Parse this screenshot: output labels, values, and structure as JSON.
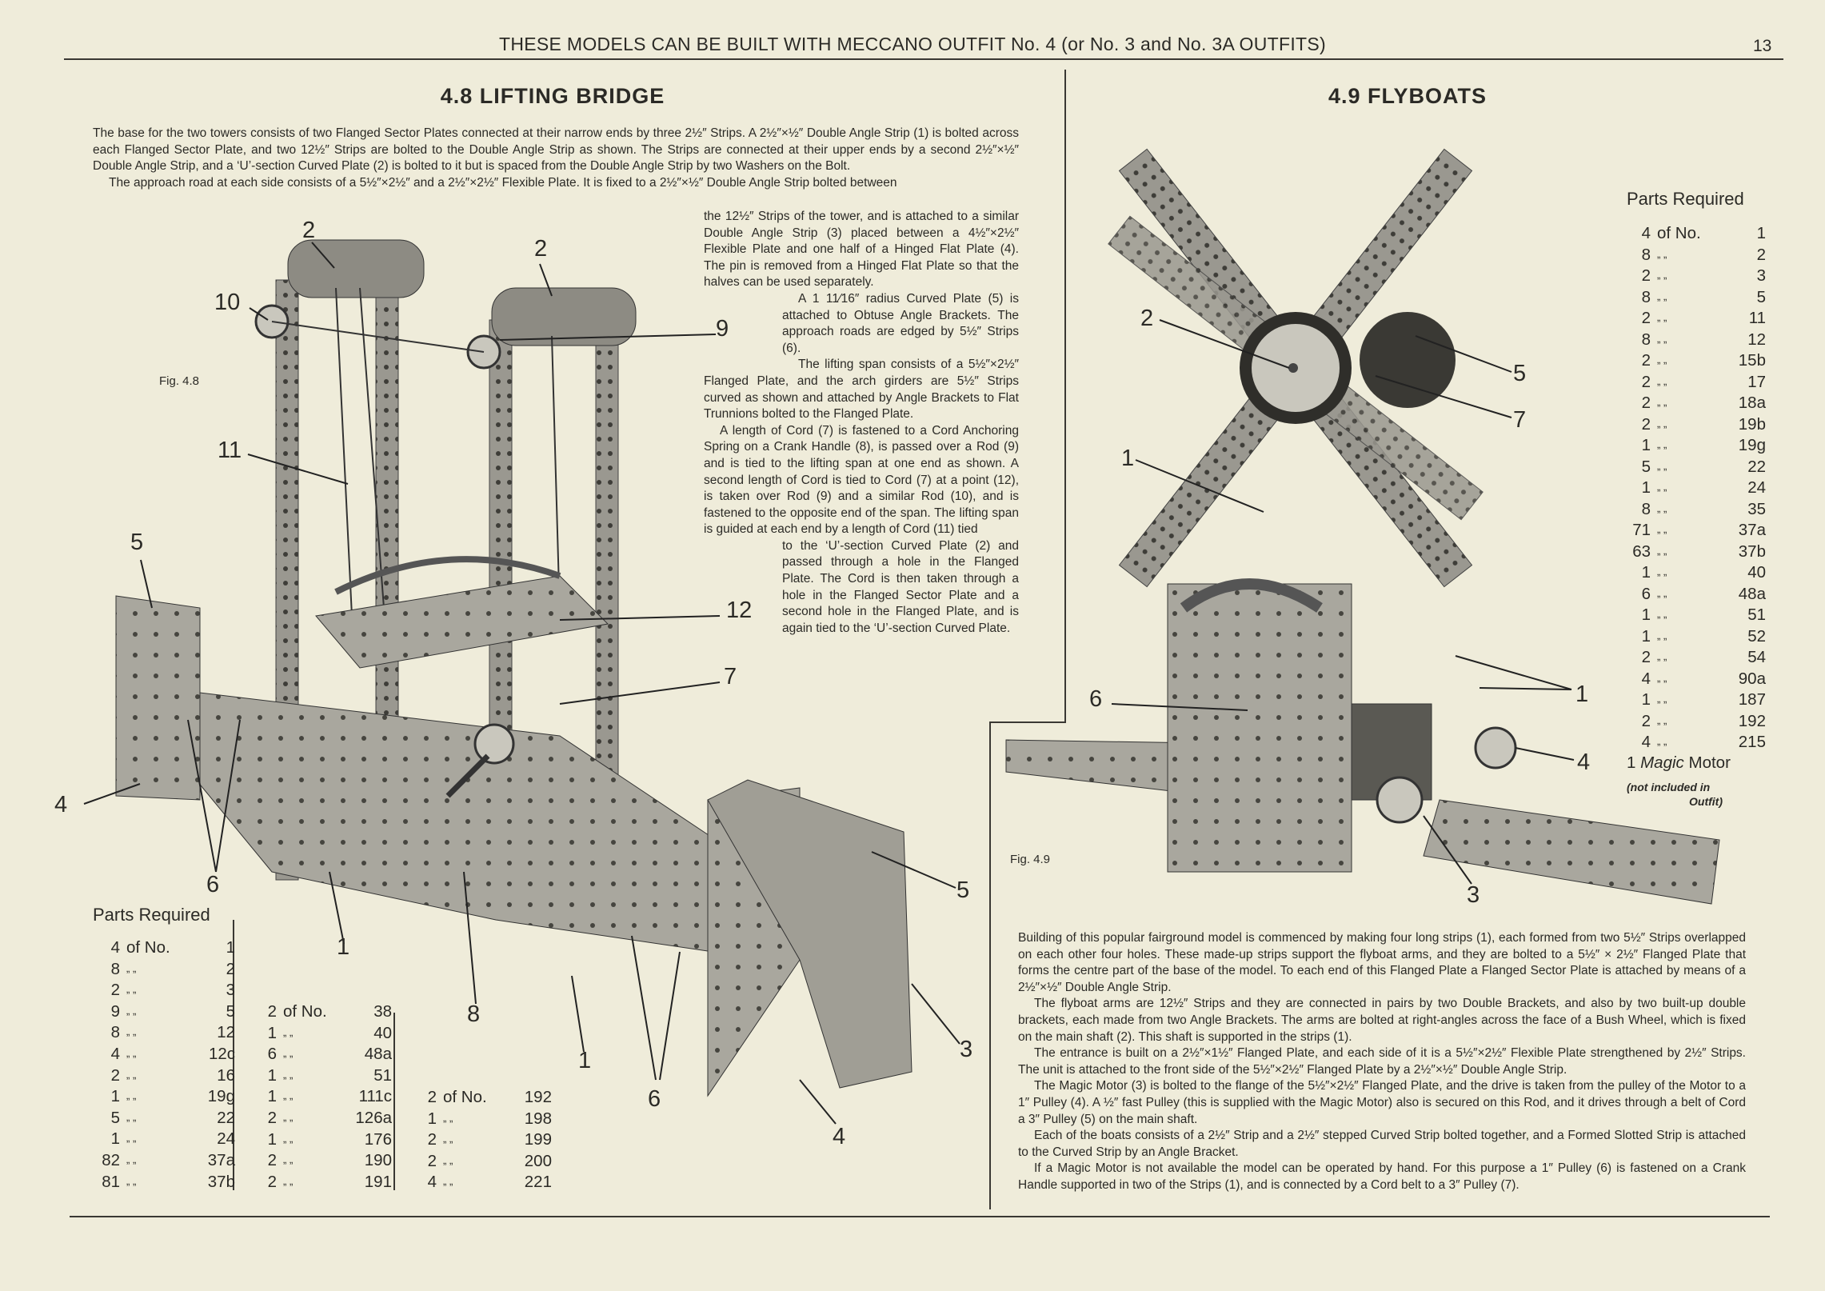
{
  "header": {
    "text": "THESE MODELS CAN BE BUILT WITH MECCANO OUTFIT No. 4 (or No. 3 and No. 3A OUTFITS)",
    "page_number": "13"
  },
  "left": {
    "title": "4.8  LIFTING BRIDGE",
    "para1": "The base for the two towers consists of two Flanged Sector Plates connected at their narrow ends by three 2½″ Strips. A 2½″×½″ Double Angle Strip (1) is bolted across each Flanged Sector Plate, and two 12½″ Strips are bolted to the Double Angle Strip as shown. The Strips are connected at their upper ends by a second 2½″×½″ Double Angle Strip, and a ‘U’-section Curved Plate (2) is bolted to it but is spaced from the Double Angle Strip by two Washers on the Bolt.",
    "para2_start": "The approach road at each side consists of a 5½″×2½″ and a 2½″×2½″ Flexible Plate. It is fixed to a 2½″×½″ Double Angle Strip bolted between",
    "col_a": "the 12½″ Strips of the tower, and is attached to a similar Double Angle Strip (3) placed between a 4½″×2½″ Flexible Plate and one half of a Hinged Flat Plate (4). The pin is removed from a Hinged Flat Plate so that the halves can be used separately.",
    "col_b": "A 1 11⁄16″ radius Curved Plate (5) is attached to Obtuse Angle Brackets. The approach roads are edged by 5½″ Strips (6).",
    "col_c": "The lifting span consists of a 5½″×2½″ Flanged Plate, and the arch girders are 5½″ Strips curved as shown and attached by Angle Brackets to Flat Trunnions bolted to the Flanged Plate.",
    "col_d": "A length of Cord (7) is fastened to a Cord Anchoring Spring on a Crank Handle (8), is passed over a Rod (9) and is tied to the lifting span at one end as shown. A second length of Cord is tied to Cord (7) at a point (12), is taken over Rod (9) and a similar Rod (10), and is fastened to the opposite end of the span. The lifting span is guided at each end by a length of Cord (11) tied",
    "col_e": "to the ‘U’-section Curved Plate (2) and passed through a hole in the Flanged Plate. The Cord is then taken through a hole in the Flanged Sector Plate and a second hole in the Flanged Plate, and is again tied to the ‘U’-section Curved Plate.",
    "fig_label": "Fig. 4.8",
    "callouts": [
      "2",
      "2",
      "10",
      "9",
      "11",
      "5",
      "12",
      "7",
      "4",
      "6",
      "1",
      "8",
      "5",
      "3",
      "1",
      "6",
      "4"
    ],
    "parts_title": "Parts Required",
    "of_no": "of No.",
    "ditto": "„   „",
    "parts_col1": [
      [
        "4",
        "1"
      ],
      [
        "8",
        "2"
      ],
      [
        "2",
        "3"
      ],
      [
        "9",
        "5"
      ],
      [
        "8",
        "12"
      ],
      [
        "4",
        "12c"
      ],
      [
        "2",
        "16"
      ],
      [
        "1",
        "19g"
      ],
      [
        "5",
        "22"
      ],
      [
        "1",
        "24"
      ],
      [
        "82",
        "37a"
      ],
      [
        "81",
        "37b"
      ]
    ],
    "parts_col2": [
      [
        "2",
        "38"
      ],
      [
        "1",
        "40"
      ],
      [
        "6",
        "48a"
      ],
      [
        "1",
        "51"
      ],
      [
        "1",
        "111c"
      ],
      [
        "2",
        "126a"
      ],
      [
        "1",
        "176"
      ],
      [
        "2",
        "190"
      ],
      [
        "2",
        "191"
      ]
    ],
    "parts_col3": [
      [
        "2",
        "192"
      ],
      [
        "1",
        "198"
      ],
      [
        "2",
        "199"
      ],
      [
        "2",
        "200"
      ],
      [
        "4",
        "221"
      ]
    ]
  },
  "right": {
    "title": "4.9  FLYBOATS",
    "fig_label": "Fig. 4.9",
    "callouts": [
      "2",
      "5",
      "7",
      "1",
      "6",
      "1",
      "4",
      "3"
    ],
    "parts_title": "Parts Required",
    "parts": [
      [
        "4",
        "1"
      ],
      [
        "8",
        "2"
      ],
      [
        "2",
        "3"
      ],
      [
        "8",
        "5"
      ],
      [
        "2",
        "11"
      ],
      [
        "8",
        "12"
      ],
      [
        "2",
        "15b"
      ],
      [
        "2",
        "17"
      ],
      [
        "2",
        "18a"
      ],
      [
        "2",
        "19b"
      ],
      [
        "1",
        "19g"
      ],
      [
        "5",
        "22"
      ],
      [
        "1",
        "24"
      ],
      [
        "8",
        "35"
      ],
      [
        "71",
        "37a"
      ],
      [
        "63",
        "37b"
      ],
      [
        "1",
        "40"
      ],
      [
        "6",
        "48a"
      ],
      [
        "1",
        "51"
      ],
      [
        "1",
        "52"
      ],
      [
        "2",
        "54"
      ],
      [
        "4",
        "90a"
      ],
      [
        "1",
        "187"
      ],
      [
        "2",
        "192"
      ],
      [
        "4",
        "215"
      ]
    ],
    "motor_qty": "1",
    "motor_name": "Magic",
    "motor_word": "Motor",
    "motor_note1": "(not included in",
    "motor_note2": "Outfit)",
    "paras": [
      "Building of this popular fairground model is commenced by making four long strips (1), each formed from two 5½″ Strips overlapped on each other four holes. These made-up strips support the flyboat arms, and they are bolted to a 5½″ × 2½″ Flanged Plate that forms the centre part of the base of the model. To each end of this Flanged Plate a Flanged Sector Plate is attached by means of a 2½″×½″ Double Angle Strip.",
      "The flyboat arms are 12½″ Strips and they are connected in pairs by two Double Brackets, and also by two built-up double brackets, each made from two Angle Brackets. The arms are bolted at right-angles across the face of a Bush Wheel, which is fixed on the main shaft (2). This shaft is supported in the strips (1).",
      "The entrance is built on a 2½″×1½″ Flanged Plate, and each side of it is a 5½″×2½″ Flexible Plate strengthened by 2½″ Strips. The unit is attached to the front side of the 5½″×2½″ Flanged Plate by a 2½″×½″ Double Angle Strip.",
      "The Magic Motor (3) is bolted to the flange of the 5½″×2½″ Flanged Plate, and the drive is taken from the pulley of the Motor to a 1″ Pulley (4). A ½″ fast Pulley (this is supplied with the Magic Motor) also is secured on this Rod, and it drives through a belt of Cord a 3″ Pulley (5) on the main shaft.",
      "Each of the boats consists of a 2½″ Strip and a 2½″ stepped Curved Strip bolted together, and a Formed Slotted Strip is attached to the Curved Strip by an Angle Bracket.",
      "If a Magic Motor is not available the model can be operated by hand. For this purpose a 1″ Pulley (6) is fastened on a Crank Handle supported in two of the Strips (1), and is connected by a Cord belt to a 3″ Pulley (7)."
    ]
  },
  "colors": {
    "paper": "#efecda",
    "ink": "#2b2a26",
    "metal": "#8f8e86",
    "metal_dark": "#55544e"
  }
}
